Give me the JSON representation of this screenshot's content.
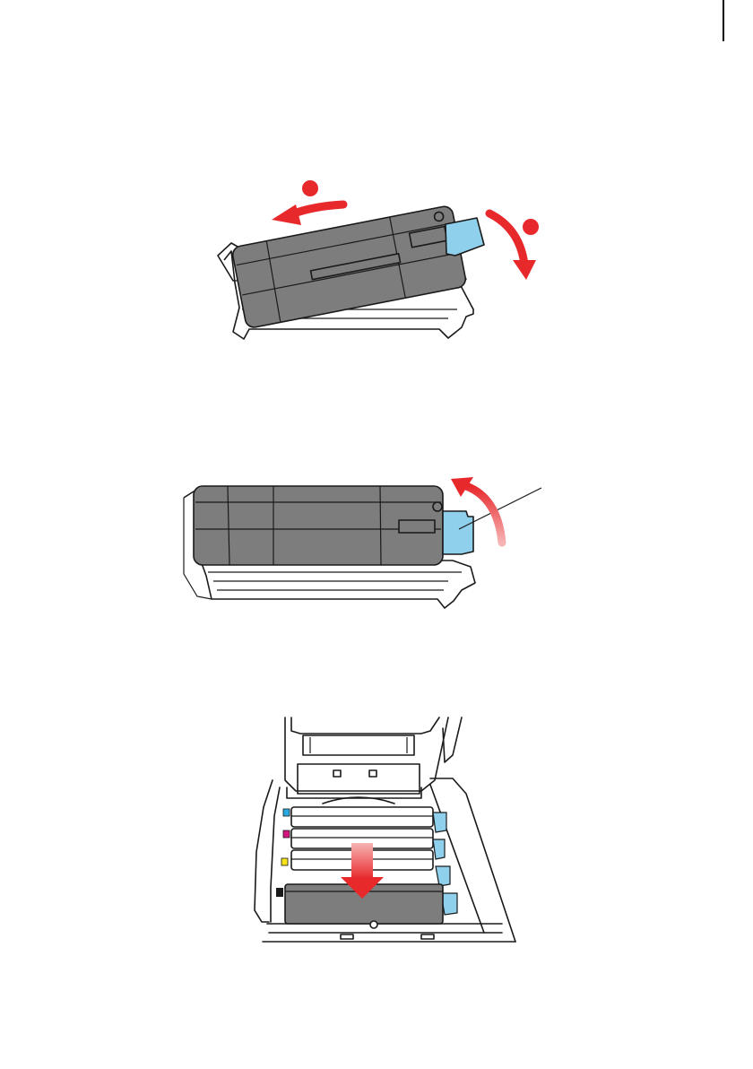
{
  "colors": {
    "page_background": "#ffffff",
    "cartridge_body": "#7d7d7d",
    "toner_lever": "#8fd0ec",
    "arrow_red": "#e8292c",
    "arrow_red_light": "#f6b3b3",
    "cyan_mark": "#29a9e0",
    "magenta_mark": "#d4157f",
    "yellow_mark": "#f8e21c",
    "black_mark": "#1a1a1a"
  },
  "figures": [
    {
      "id": "remove-image-drum",
      "icons": [
        "image-drum-icon",
        "tray-icon",
        "toner-lever-icon",
        "arrow-left-icon",
        "arrow-rotate-down-icon",
        "step-marker-icon"
      ]
    },
    {
      "id": "rotate-toner-lever",
      "icons": [
        "image-drum-icon",
        "tray-icon",
        "toner-lever-icon",
        "arrow-rotate-up-icon",
        "callout-line-icon"
      ]
    },
    {
      "id": "insert-cartridge-into-printer",
      "icons": [
        "printer-open-icon",
        "cartridge-slot-icon",
        "color-mark-icon",
        "arrow-down-icon"
      ],
      "slot_marks": [
        "cyan",
        "magenta",
        "yellow",
        "black"
      ]
    }
  ]
}
